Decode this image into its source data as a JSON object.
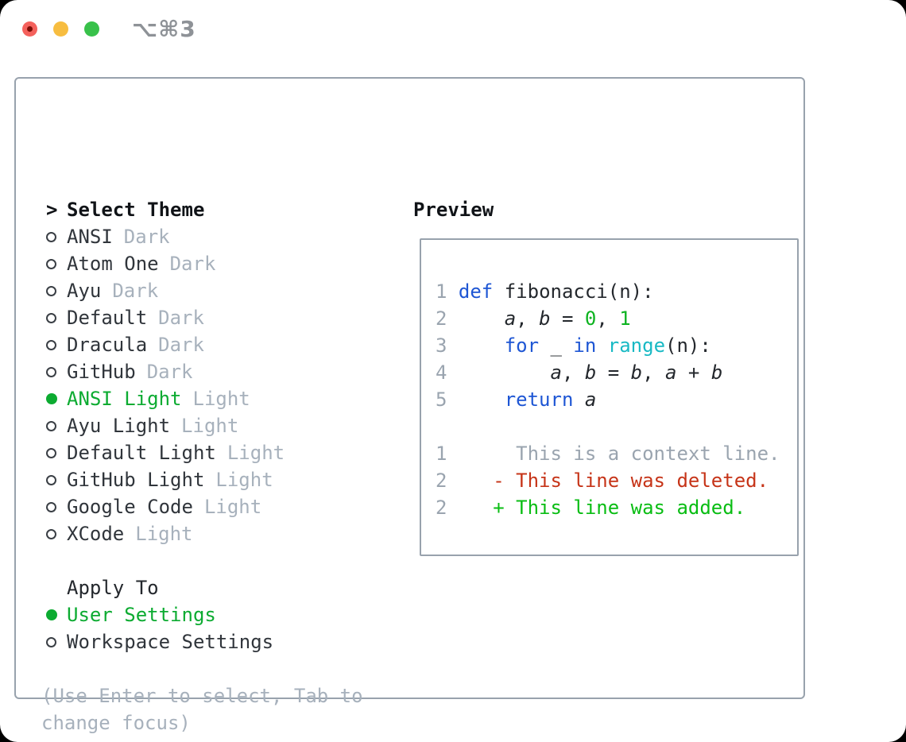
{
  "titlebar": {
    "shortcut_label": "⌥⌘3",
    "traffic_lights": [
      "close",
      "minimize",
      "zoom"
    ]
  },
  "theme_panel": {
    "title_prefix": ">",
    "title": "Select Theme",
    "themes": [
      {
        "name": "ANSI",
        "tag": "Dark",
        "selected": false
      },
      {
        "name": "Atom One",
        "tag": "Dark",
        "selected": false
      },
      {
        "name": "Ayu",
        "tag": "Dark",
        "selected": false
      },
      {
        "name": "Default",
        "tag": "Dark",
        "selected": false
      },
      {
        "name": "Dracula",
        "tag": "Dark",
        "selected": false
      },
      {
        "name": "GitHub",
        "tag": "Dark",
        "selected": false
      },
      {
        "name": "ANSI Light",
        "tag": "Light",
        "selected": true
      },
      {
        "name": "Ayu Light",
        "tag": "Light",
        "selected": false
      },
      {
        "name": "Default Light",
        "tag": "Light",
        "selected": false
      },
      {
        "name": "GitHub Light",
        "tag": "Light",
        "selected": false
      },
      {
        "name": "Google Code",
        "tag": "Light",
        "selected": false
      },
      {
        "name": "XCode",
        "tag": "Light",
        "selected": false
      }
    ],
    "apply_to": {
      "title": "Apply To",
      "options": [
        {
          "name": "User Settings",
          "selected": true
        },
        {
          "name": "Workspace Settings",
          "selected": false
        }
      ]
    },
    "help_text": "(Use Enter to select, Tab to change focus)"
  },
  "preview": {
    "title": "Preview",
    "code_lines": [
      [
        {
          "t": "1 ",
          "c": "lnum"
        },
        {
          "t": "def",
          "c": "kw"
        },
        {
          "t": " fibonacci(n):",
          "c": "fg"
        }
      ],
      [
        {
          "t": "2 ",
          "c": "lnum"
        },
        {
          "t": "    ",
          "c": "fg"
        },
        {
          "t": "a",
          "c": "var"
        },
        {
          "t": ", ",
          "c": "fg"
        },
        {
          "t": "b",
          "c": "var"
        },
        {
          "t": " = ",
          "c": "fg"
        },
        {
          "t": "0",
          "c": "num"
        },
        {
          "t": ", ",
          "c": "fg"
        },
        {
          "t": "1",
          "c": "num"
        }
      ],
      [
        {
          "t": "3 ",
          "c": "lnum"
        },
        {
          "t": "    ",
          "c": "fg"
        },
        {
          "t": "for",
          "c": "kw"
        },
        {
          "t": " _ ",
          "c": "fg"
        },
        {
          "t": "in",
          "c": "kw"
        },
        {
          "t": " ",
          "c": "fg"
        },
        {
          "t": "range",
          "c": "fn"
        },
        {
          "t": "(n):",
          "c": "fg"
        }
      ],
      [
        {
          "t": "4 ",
          "c": "lnum"
        },
        {
          "t": "        ",
          "c": "fg"
        },
        {
          "t": "a",
          "c": "var"
        },
        {
          "t": ", ",
          "c": "fg"
        },
        {
          "t": "b",
          "c": "var"
        },
        {
          "t": " = ",
          "c": "fg"
        },
        {
          "t": "b",
          "c": "var"
        },
        {
          "t": ", ",
          "c": "fg"
        },
        {
          "t": "a",
          "c": "var"
        },
        {
          "t": " + ",
          "c": "fg"
        },
        {
          "t": "b",
          "c": "var"
        }
      ],
      [
        {
          "t": "5 ",
          "c": "lnum"
        },
        {
          "t": "    ",
          "c": "fg"
        },
        {
          "t": "return",
          "c": "kw"
        },
        {
          "t": " ",
          "c": "fg"
        },
        {
          "t": "a",
          "c": "var"
        }
      ],
      [],
      [
        {
          "t": "1 ",
          "c": "lnum"
        },
        {
          "t": "     This is a context line.",
          "c": "ctx"
        }
      ],
      [
        {
          "t": "2 ",
          "c": "lnum"
        },
        {
          "t": "   - This line was deleted.",
          "c": "del"
        }
      ],
      [
        {
          "t": "2 ",
          "c": "lnum"
        },
        {
          "t": "   + This line was added.",
          "c": "add"
        }
      ]
    ]
  },
  "colors": {
    "c-title": "#101317",
    "c-text": "#30353b",
    "c-muted": "#a7b1bc",
    "c-sel": "#0cab31",
    "c-border": "#98a2ad",
    "c-shortcut": "#8e9297",
    "c-fg": "#24282d",
    "c-kw": "#1e56d4",
    "c-fn": "#18b9c4",
    "c-num": "#0db320",
    "c-ctx": "#9aa4af",
    "c-lnum": "#9aa4af",
    "c-del": "#c63418",
    "c-add": "#09bd13",
    "tl-red": "#f4615c",
    "tl-red-dot": "#7b0d05",
    "tl-yellow": "#f7bd40",
    "tl-green": "#38c14a"
  }
}
